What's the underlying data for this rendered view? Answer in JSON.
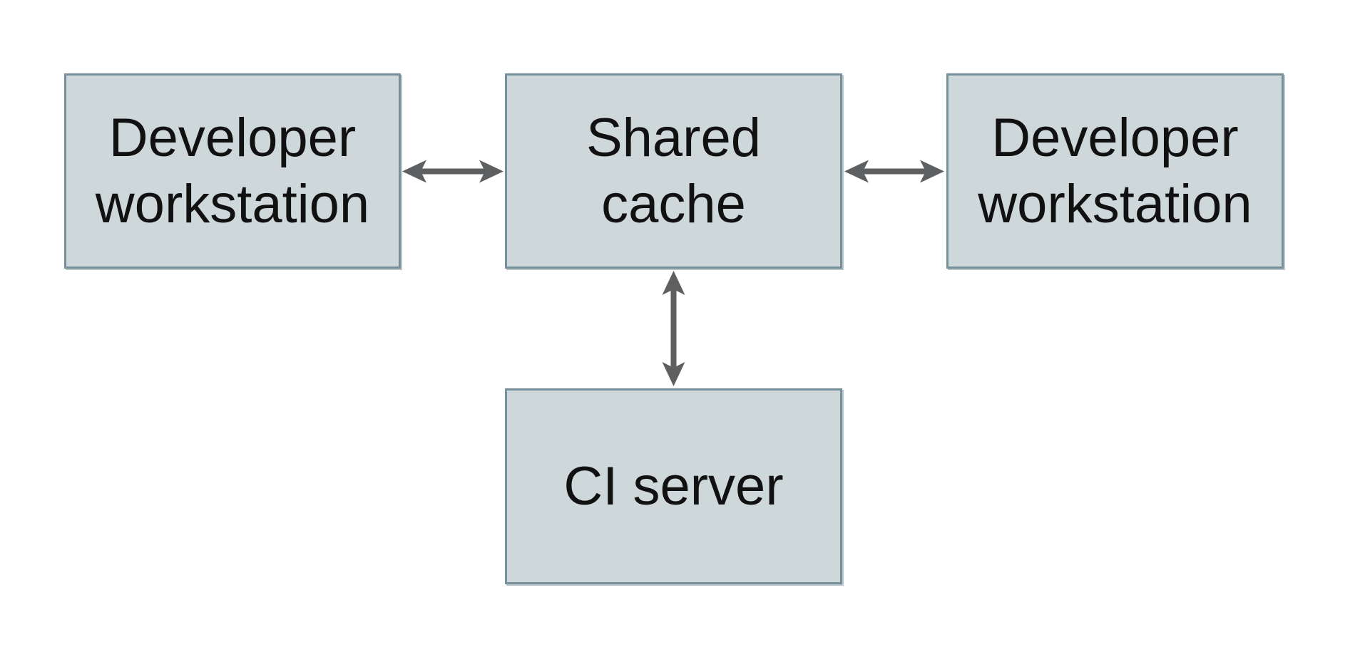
{
  "diagram": {
    "type": "architecture-diagram",
    "colors": {
      "node_fill": "#ced7d9",
      "node_border": "#76909c",
      "arrow": "#5d5f61",
      "text": "#111111",
      "background": "#ffffff"
    },
    "nodes": [
      {
        "id": "developer-workstation-left",
        "label": "Developer workstation",
        "lines": [
          "Developer",
          "workstation"
        ]
      },
      {
        "id": "shared-cache",
        "label": "Shared cache",
        "lines": [
          "Shared",
          "cache"
        ]
      },
      {
        "id": "developer-workstation-right",
        "label": "Developer workstation",
        "lines": [
          "Developer",
          "workstation"
        ]
      },
      {
        "id": "ci-server",
        "label": "CI server",
        "lines": [
          "CI server"
        ]
      }
    ],
    "edges": [
      {
        "from": "developer-workstation-left",
        "to": "shared-cache",
        "direction": "bidirectional"
      },
      {
        "from": "shared-cache",
        "to": "developer-workstation-right",
        "direction": "bidirectional"
      },
      {
        "from": "shared-cache",
        "to": "ci-server",
        "direction": "bidirectional"
      }
    ]
  }
}
